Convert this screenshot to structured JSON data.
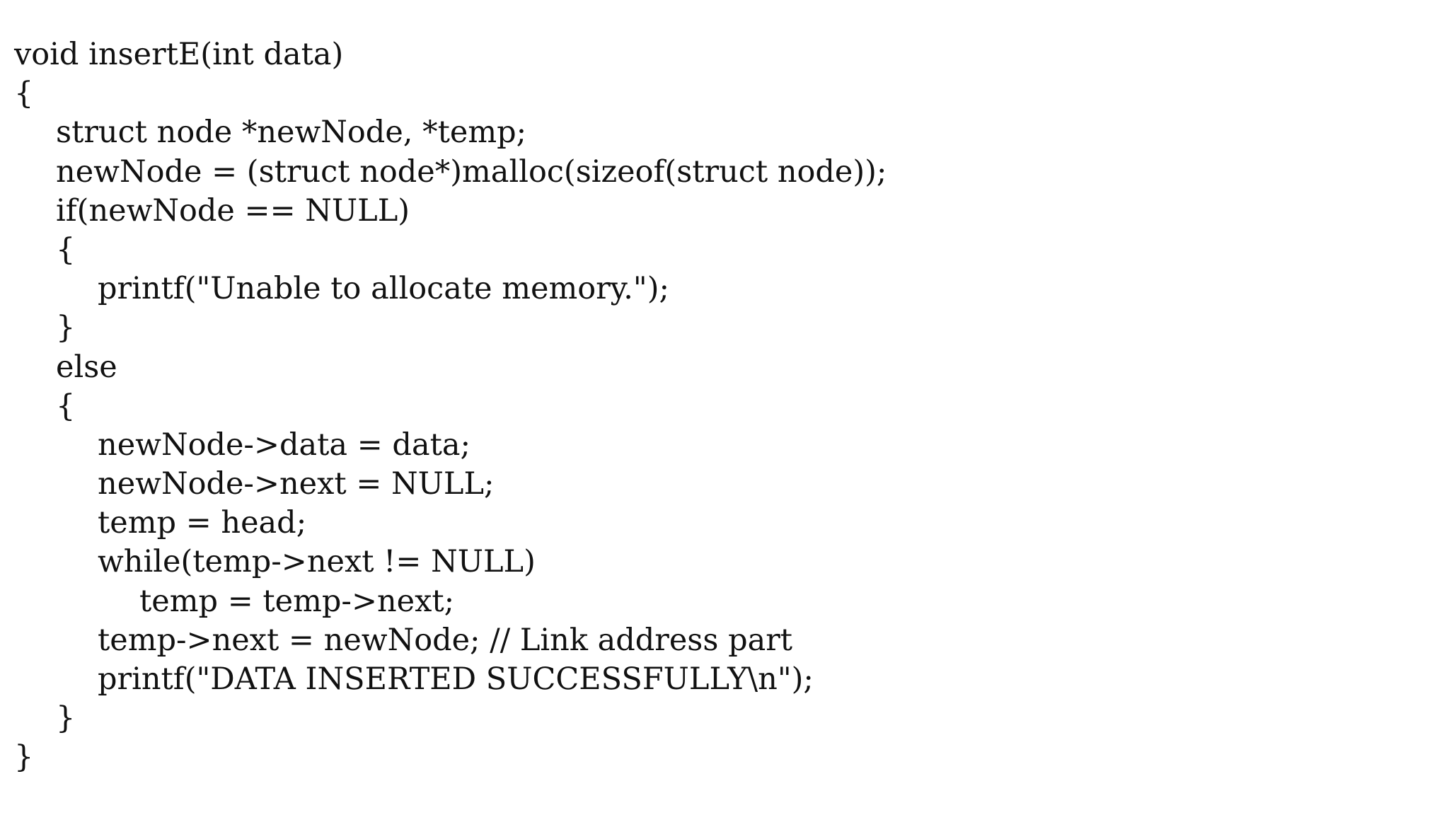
{
  "code": {
    "lines": [
      {
        "indent": 0,
        "text": "void insertE(int data)"
      },
      {
        "indent": 0,
        "text": "{"
      },
      {
        "indent": 1,
        "text": "struct node *newNode, *temp;"
      },
      {
        "indent": 1,
        "text": "newNode = (struct node*)malloc(sizeof(struct node));"
      },
      {
        "indent": 1,
        "text": "if(newNode == NULL)"
      },
      {
        "indent": 1,
        "text": "{"
      },
      {
        "indent": 2,
        "text": "printf(\"Unable to allocate memory.\");"
      },
      {
        "indent": 1,
        "text": "}"
      },
      {
        "indent": 1,
        "text": "else"
      },
      {
        "indent": 1,
        "text": "{"
      },
      {
        "indent": 2,
        "text": "newNode->data = data;"
      },
      {
        "indent": 2,
        "text": "newNode->next = NULL;"
      },
      {
        "indent": 2,
        "text": "temp = head;"
      },
      {
        "indent": 2,
        "text": "while(temp->next != NULL)"
      },
      {
        "indent": 3,
        "text": "temp = temp->next;"
      },
      {
        "indent": 2,
        "text": "temp->next = newNode; // Link address part"
      },
      {
        "indent": 2,
        "text": "printf(\"DATA INSERTED SUCCESSFULLY\\n\");"
      },
      {
        "indent": 1,
        "text": "}"
      },
      {
        "indent": 0,
        "text": "}"
      }
    ]
  }
}
